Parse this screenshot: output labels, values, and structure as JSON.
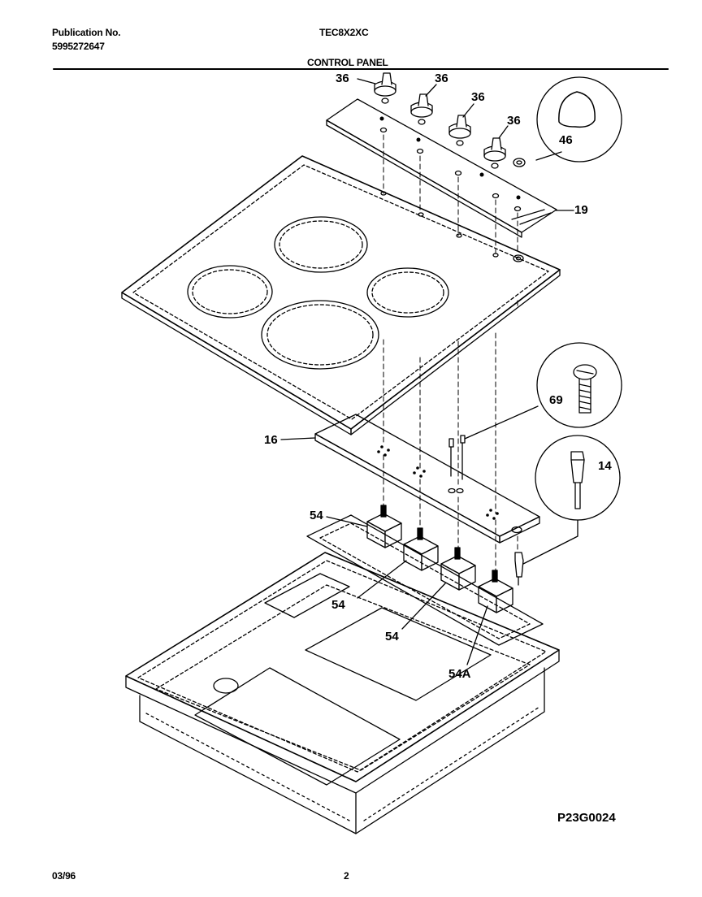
{
  "header": {
    "publication_label": "Publication No.",
    "publication_number": "5995272647",
    "model": "TEC8X2XC",
    "section_title": "CONTROL PANEL"
  },
  "callouts": {
    "knob_a": "36",
    "knob_b": "36",
    "knob_c": "36",
    "knob_d": "36",
    "cap": "46",
    "trim": "19",
    "bracket": "16",
    "screw": "69",
    "light": "14",
    "switch_a": "54",
    "switch_b": "54",
    "switch_c": "54",
    "switch_d": "54A"
  },
  "footer": {
    "drawing_number": "P23G0024",
    "date": "03/96",
    "page_number": "2"
  }
}
